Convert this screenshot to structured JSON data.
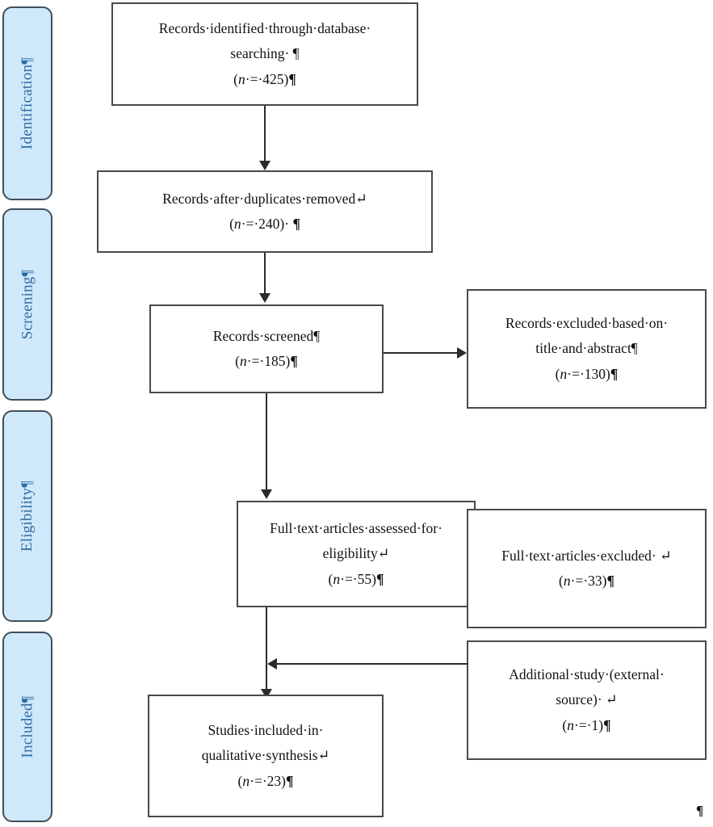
{
  "document": {
    "title": "PRISMA flow diagram",
    "background_color": "#ffffff"
  },
  "colors": {
    "stage_fill": "#cfe8fa",
    "stage_border": "#3f4e5a",
    "stage_text": "#2e6ca4",
    "box_border": "#4a4a4a",
    "box_fill": "#ffffff",
    "connector": "#2b2b2b",
    "text": "#111111"
  },
  "stages": [
    {
      "id": "identification",
      "label": "Identification¶"
    },
    {
      "id": "screening",
      "label": "Screening¶"
    },
    {
      "id": "eligibility",
      "label": "Eligibility¶"
    },
    {
      "id": "included",
      "label": "Included¶"
    }
  ],
  "boxes": {
    "records_identified": {
      "line1": "Records·identified·through·database·",
      "line2": "searching· ¶",
      "count_prefix": "(",
      "count_var": "n",
      "count_value": "·=·425)",
      "count_mark": "¶"
    },
    "records_after_duplicates": {
      "line1": "Records·after·duplicates·removed↵",
      "count_prefix": "(",
      "count_var": "n",
      "count_value": "·=·240)·",
      "count_mark": " ¶"
    },
    "records_screened": {
      "line1": "Records·screened¶",
      "count_prefix": "(",
      "count_var": "n",
      "count_value": "·=·185)",
      "count_mark": "¶"
    },
    "records_excluded": {
      "line1": "Records·excluded·based·on·",
      "line2": "title·and·abstract¶",
      "count_prefix": "(",
      "count_var": "n",
      "count_value": "·=·130)",
      "count_mark": "¶"
    },
    "fulltext_assessed": {
      "line1": "Full·text·articles·assessed·for·",
      "line2": "eligibility↵",
      "count_prefix": "(",
      "count_var": "n",
      "count_value": "·=·55)",
      "count_mark": "¶"
    },
    "fulltext_excluded": {
      "line1": "Full·text·articles·excluded· ↵",
      "count_prefix": "(",
      "count_var": "n",
      "count_value": "·=·33)",
      "count_mark": "¶"
    },
    "additional_study": {
      "line1": "Additional·study·(external·",
      "line2": "source)· ↵",
      "count_prefix": "(",
      "count_var": "n",
      "count_value": "·=·1)",
      "count_mark": "¶"
    },
    "studies_included": {
      "line1": "Studies·included·in·",
      "line2": "qualitative·synthesis↵",
      "count_prefix": "(",
      "count_var": "n",
      "count_value": "·=·23)",
      "count_mark": "¶"
    }
  },
  "trailing_mark": "¶",
  "chart_data": {
    "type": "diagram",
    "title": "PRISMA flow diagram",
    "nodes": [
      {
        "id": "records_identified",
        "stage": "Identification",
        "label": "Records identified through database searching",
        "n": 425
      },
      {
        "id": "records_after_duplicates",
        "stage": "Identification",
        "label": "Records after duplicates removed",
        "n": 240
      },
      {
        "id": "records_screened",
        "stage": "Screening",
        "label": "Records screened",
        "n": 185
      },
      {
        "id": "records_excluded",
        "stage": "Screening",
        "label": "Records excluded based on title and abstract",
        "n": 130
      },
      {
        "id": "fulltext_assessed",
        "stage": "Eligibility",
        "label": "Full text articles assessed for eligibility",
        "n": 55
      },
      {
        "id": "fulltext_excluded",
        "stage": "Eligibility",
        "label": "Full text articles excluded",
        "n": 33
      },
      {
        "id": "additional_study",
        "stage": "Included",
        "label": "Additional study (external source)",
        "n": 1
      },
      {
        "id": "studies_included",
        "stage": "Included",
        "label": "Studies included in qualitative synthesis",
        "n": 23
      }
    ],
    "edges": [
      {
        "from": "records_identified",
        "to": "records_after_duplicates",
        "direction": "down"
      },
      {
        "from": "records_after_duplicates",
        "to": "records_screened",
        "direction": "down"
      },
      {
        "from": "records_screened",
        "to": "records_excluded",
        "direction": "right"
      },
      {
        "from": "records_screened",
        "to": "fulltext_assessed",
        "direction": "down"
      },
      {
        "from": "fulltext_assessed",
        "to": "fulltext_excluded",
        "direction": "right"
      },
      {
        "from": "fulltext_assessed",
        "to": "studies_included",
        "direction": "down"
      },
      {
        "from": "additional_study",
        "to": "studies_included",
        "direction": "left"
      }
    ]
  }
}
